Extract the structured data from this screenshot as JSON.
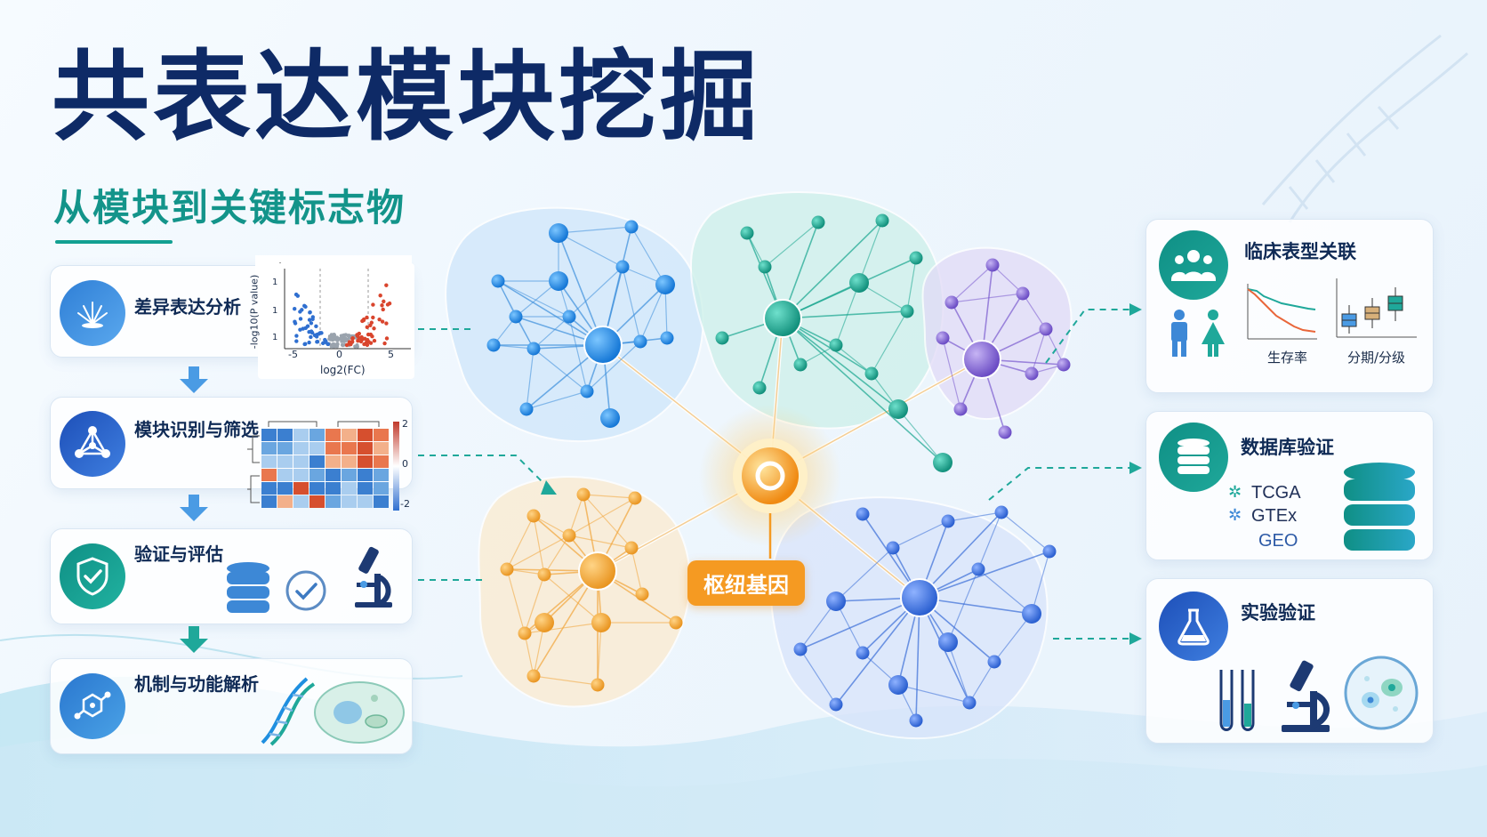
{
  "title": "共表达模块挖掘",
  "subtitle": "从模块到关键标志物",
  "steps": [
    {
      "label": "差异表达分析",
      "icon": "volcano-burst-icon"
    },
    {
      "label": "模块识别与筛选",
      "icon": "network-icon"
    },
    {
      "label": "验证与评估",
      "icon": "shield-check-icon"
    },
    {
      "label": "机制与功能解析",
      "icon": "molecule-icon"
    }
  ],
  "volcano": {
    "ylabel": "-log10(P value)",
    "xlabel": "log2(FC)",
    "xticks": [
      "-5",
      "0",
      "5"
    ],
    "yticks": [
      "1",
      "1",
      "1"
    ]
  },
  "heatmap": {
    "colorbar_ticks": [
      "2",
      "0",
      "-2"
    ]
  },
  "hub": {
    "label": "枢纽基因"
  },
  "right_panels": [
    {
      "label": "临床表型关联",
      "icon": "people-group-icon",
      "captions": [
        "生存率",
        "分期/分级"
      ]
    },
    {
      "label": "数据库验证",
      "icon": "database-icon",
      "databases": [
        "TCGA",
        "GTEx",
        "GEO"
      ]
    },
    {
      "label": "实验验证",
      "icon": "flask-icon"
    }
  ],
  "colors": {
    "navy": "#0e2a66",
    "teal": "#13948a",
    "blue_module": "#1f8fe0",
    "teal_module": "#19a68f",
    "purple_module": "#7b5ccf",
    "orange_module": "#f2a53a",
    "indigo_module": "#3b6fd8",
    "hub": "#f59a22"
  }
}
